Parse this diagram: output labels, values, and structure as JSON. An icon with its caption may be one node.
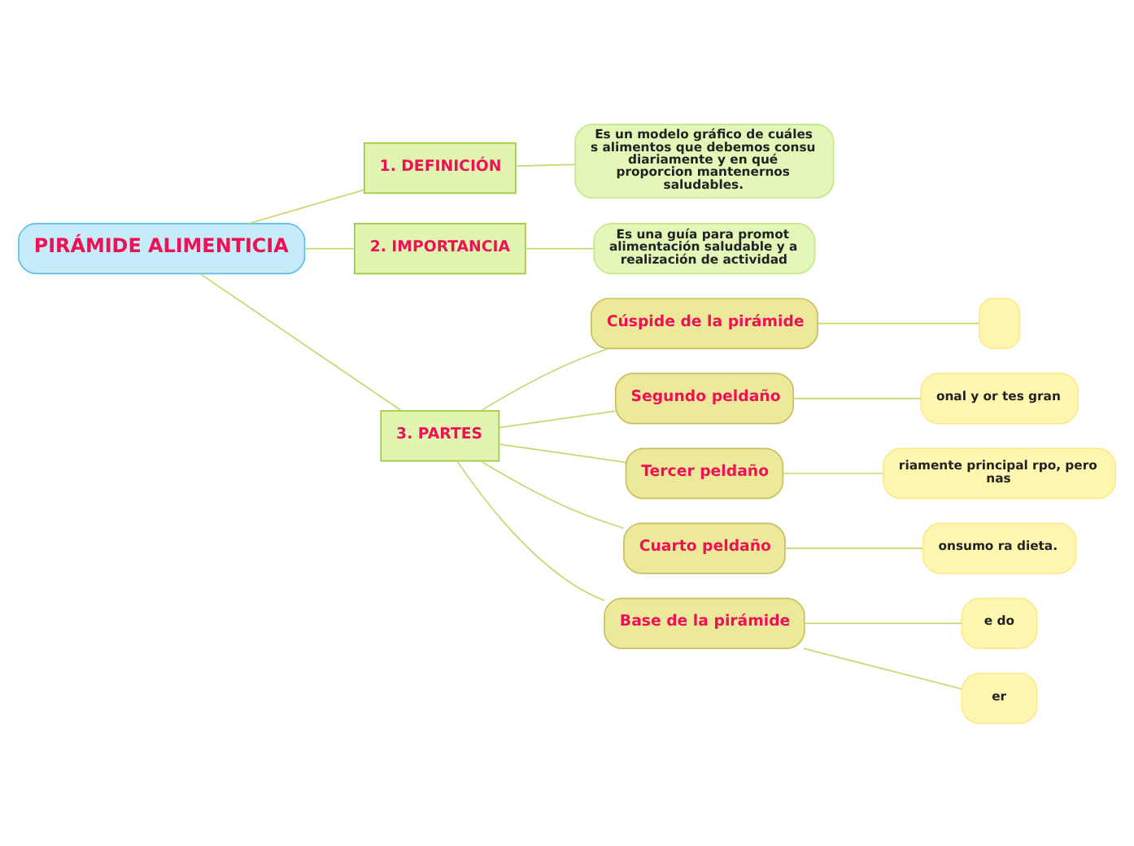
{
  "diagram": {
    "nodes": [
      {
        "text": [
          "PIRÁMIDE ALIMENTICIA"
        ]
      },
      {
        "text": [
          "1. DEFINICIÓN"
        ]
      },
      {
        "text": [
          "Es un modelo gráfico de cuáles s alimentos que debemos consu diariamente y en qué proporcion mantenernos saludables."
        ]
      },
      {
        "text": [
          "2. IMPORTANCIA"
        ]
      },
      {
        "text": [
          "Es una guía para promot alimentación saludable y a realización de actividad"
        ]
      },
      {
        "text": [
          "3. PARTES"
        ]
      },
      {
        "text": [
          "Cúspide de la pirámide"
        ]
      },
      {
        "text": [],
        "shape": "box"
      },
      {
        "text": [
          "Segundo peldaño"
        ]
      },
      {
        "text": [
          "onal y or tes gran"
        ]
      },
      {
        "text": [
          "Tercer peldaño"
        ]
      },
      {
        "text": [
          "riamente principal rpo, pero nas"
        ]
      },
      {
        "text": [
          "Cuarto peldaño"
        ]
      },
      {
        "text": [
          "onsumo ra dieta."
        ]
      },
      {
        "text": [
          "Base de la pirámide"
        ]
      },
      {
        "text": [
          "e do"
        ]
      },
      {
        "text": [
          "er"
        ]
      }
    ],
    "edges": [
      {
        "from": 0,
        "to": 1,
        "arrow": "none"
      },
      {
        "from": 1,
        "to": 2,
        "arrow": "none"
      },
      {
        "from": 0,
        "to": 3,
        "arrow": "none"
      },
      {
        "from": 3,
        "to": 4,
        "arrow": "none"
      },
      {
        "from": 0,
        "to": 5,
        "arrow": "none"
      },
      {
        "from": 5,
        "to": 6,
        "arrow": "none"
      },
      {
        "from": 6,
        "to": 7,
        "arrow": "none"
      },
      {
        "from": 5,
        "to": 8,
        "arrow": "none"
      },
      {
        "from": 8,
        "to": 9,
        "arrow": "none"
      },
      {
        "from": 5,
        "to": 10,
        "arrow": "none"
      },
      {
        "from": 10,
        "to": 11,
        "arrow": "none"
      },
      {
        "from": 5,
        "to": 12,
        "arrow": "none"
      },
      {
        "from": 12,
        "to": 13,
        "arrow": "none"
      },
      {
        "from": 5,
        "to": 14,
        "arrow": "none"
      },
      {
        "from": 14,
        "to": 15,
        "arrow": "none"
      },
      {
        "from": 14,
        "to": 16,
        "arrow": "none"
      }
    ]
  }
}
